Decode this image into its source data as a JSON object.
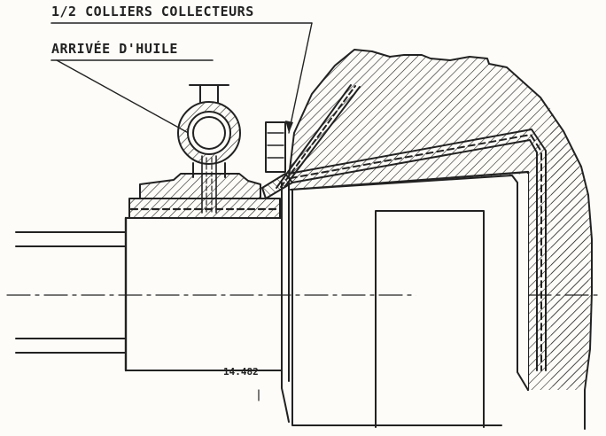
{
  "labels": {
    "colliers": "1/2 COLLIERS COLLECTEURS",
    "arrivee": "ARRIVÉE D'HUILE",
    "reference": "14.482"
  },
  "colors": {
    "ink": "#222222",
    "paper": "#fdfcf8"
  }
}
